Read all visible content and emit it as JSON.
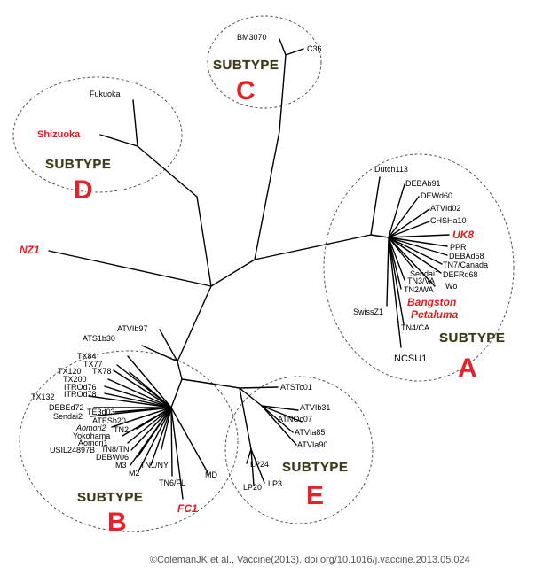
{
  "credit": "©ColemanJK et al., Vaccine(2013), doi.org/10.1016/j.vaccine.2013.05.024",
  "subtype_word": "SUBTYPE",
  "subtypes": {
    "A": {
      "letter": "A",
      "label": "SUBTYPE"
    },
    "B": {
      "letter": "B",
      "label": "SUBTYPE"
    },
    "C": {
      "letter": "C",
      "label": "SUBTYPE"
    },
    "D": {
      "letter": "D",
      "label": "SUBTYPE"
    },
    "E": {
      "letter": "E",
      "label": "SUBTYPE"
    }
  },
  "taxa": {
    "BM3070": "BM3070",
    "C36": "C36",
    "Fukuoka": "Fukuoka",
    "Shizuoka": "Shizuoka",
    "NZ1": "NZ1",
    "Dutch113": "Dutch113",
    "DEBAb91": "DEBAb91",
    "DEWd60": "DEWd60",
    "ATVId02": "ATVId02",
    "CHSHa10": "CHSHa10",
    "UK8": "UK8",
    "PPR": "PPR",
    "DEBAd58": "DEBAd58",
    "TN7Canada": "TN7/Canada",
    "DEFRd68": "DEFRd68",
    "Wo": "Wo",
    "Sendai1": "Sendai1",
    "TN3VA": "TN3/VA",
    "TN2WA": "TN2/WA",
    "SwissZ1": "SwissZ1",
    "Bangston": "Bangston",
    "Petaluma": "Petaluma",
    "TN4CA": "TN4/CA",
    "NCSU1": "NCSU1",
    "ATVIb97": "ATVIb97",
    "ATS1b30": "ATS1b30",
    "TX84": "TX84",
    "TX77": "TX77",
    "TX120": "TX120",
    "TX78": "TX78",
    "TX200": "TX200",
    "ITROd76": "ITROd76",
    "ITROd78": "ITROd78",
    "TX132": "TX132",
    "DEBEd72": "DEBEd72",
    "TE3d03": "TE3d03",
    "Sendai2": "Sendai2",
    "ATESb20": "ATESb20",
    "Aomori2": "Aomori2",
    "TN2": "TN2",
    "Yokohama": "Yokohama",
    "Aomori1": "Aomori1",
    "USIL24897B": "USIL24897B",
    "TN8TN": "TN8/TN",
    "DEBW06": "DEBW06",
    "M3": "M3",
    "M2": "M2",
    "TN1NY": "TN1/NY",
    "TN6FL": "TN6/FL",
    "MD": "MD",
    "FC1": "FC1",
    "ATSTc01": "ATSTc01",
    "ATVIb31": "ATVIb31",
    "ATNOc07": "ATNOc07",
    "ATVIa85": "ATVIa85",
    "ATVIa90": "ATVIa90",
    "LP24": "LP24",
    "LP20": "LP20",
    "LP3": "LP3"
  }
}
